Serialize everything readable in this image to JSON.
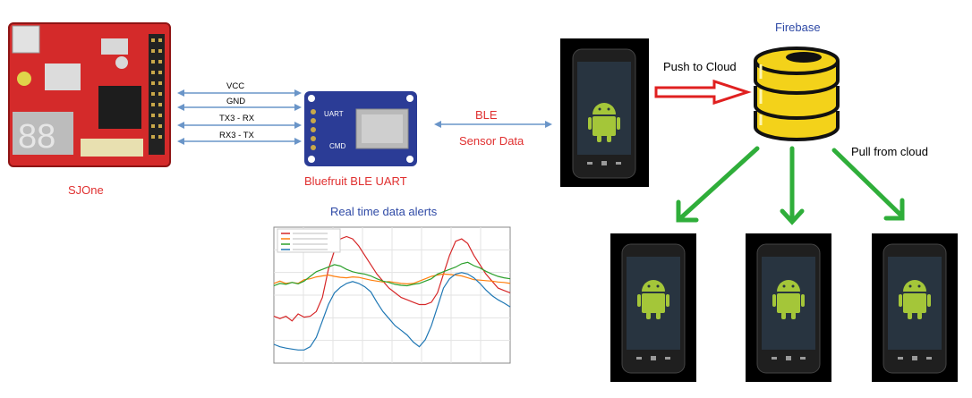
{
  "labels": {
    "sjone": "SJOne",
    "bluefruit": "Bluefruit BLE UART",
    "ble": "BLE",
    "sensor_data": "Sensor Data",
    "push_to_cloud": "Push to Cloud",
    "firebase": "Firebase",
    "pull_from_cloud": "Pull from cloud",
    "alerts_title": "Real time data alerts"
  },
  "wires": [
    "VCC",
    "GND",
    "TX3 - RX",
    "RX3 - TX"
  ],
  "colors": {
    "red_text": "#e03030",
    "blue_text": "#2f4aa6",
    "green_text": "#1f7a2e",
    "connector": "#6a95c8",
    "push_arrow": "#e02020",
    "pull_arrow": "#2fae3a",
    "database": "#f3d21a",
    "android": "#a4c639"
  },
  "chart_data": {
    "type": "line",
    "title": "",
    "xlabel": "",
    "ylabel": "",
    "series": [
      {
        "name": "",
        "color": "#d62728",
        "values": [
          14,
          13.5,
          14,
          13,
          14.5,
          13.8,
          14,
          15,
          18,
          24,
          28,
          30.5,
          31,
          30.5,
          29,
          27,
          25,
          23,
          21.5,
          20,
          19,
          18,
          17.5,
          17,
          16.5,
          16.5,
          17,
          19,
          23,
          27,
          30,
          30.5,
          29.5,
          27,
          25,
          23,
          21.5,
          20,
          19.5,
          19
        ]
      },
      {
        "name": "",
        "color": "#ff7f0e",
        "values": [
          21,
          21.5,
          21,
          21.2,
          21,
          21.8,
          22,
          22.4,
          22.6,
          22.8,
          22.5,
          22.3,
          22.2,
          22.4,
          22.3,
          22,
          21.7,
          21.5,
          21.3,
          21.4,
          21.2,
          21,
          20.9,
          21,
          21.5,
          22,
          22.5,
          22.8,
          23,
          22.9,
          22.8,
          22.6,
          22.2,
          21.8,
          21.7,
          21.6,
          21.5,
          21.3,
          21.2,
          21
        ]
      },
      {
        "name": "",
        "color": "#2ca02c",
        "values": [
          20.5,
          21,
          20.8,
          21.2,
          20.9,
          21.5,
          22.5,
          23.5,
          24,
          24.5,
          25,
          24.7,
          24,
          23.5,
          23.2,
          23,
          22.6,
          22,
          21.5,
          21.2,
          20.8,
          20.6,
          20.5,
          20.8,
          21,
          21.5,
          22,
          23,
          23.5,
          24,
          24.5,
          25.2,
          25.5,
          24.8,
          24.3,
          23.6,
          23,
          22.5,
          22.2,
          22
        ]
      },
      {
        "name": "",
        "color": "#1f77b4",
        "values": [
          8,
          7.5,
          7.2,
          7,
          6.8,
          6.8,
          7.5,
          9.5,
          13,
          16.5,
          19,
          20.2,
          21,
          21.4,
          21,
          20.3,
          19.2,
          17,
          15,
          13.5,
          12,
          11,
          10,
          8.5,
          7.5,
          9,
          12,
          16,
          20,
          22,
          23,
          23.3,
          23,
          22.2,
          21,
          19.6,
          18.4,
          17.5,
          16.8,
          16
        ]
      }
    ]
  }
}
